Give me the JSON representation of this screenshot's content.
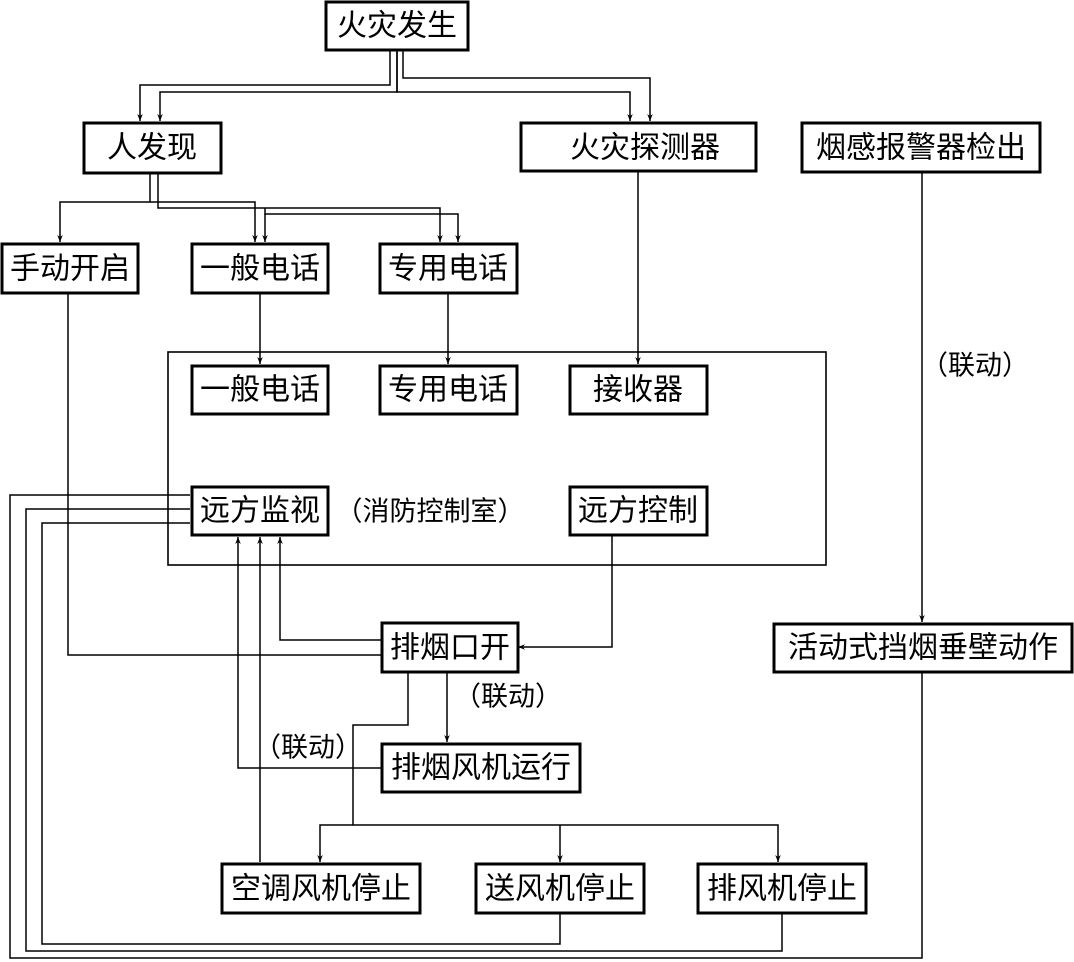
{
  "nodes": {
    "fire_occurs": "火灾发生",
    "human_discovery": "人发现",
    "fire_detector": "火灾探测器",
    "smoke_alarm_detect": "烟感报警器检出",
    "manual_open": "手动开启",
    "general_phone": "一般电话",
    "dedicated_phone": "专用电话",
    "general_phone_room": "一般电话",
    "dedicated_phone_room": "专用电话",
    "receiver": "接收器",
    "remote_monitor": "远方监视",
    "remote_control": "远方控制",
    "smoke_vent_open": "排烟口开",
    "smoke_fan_run": "排烟风机运行",
    "ac_fan_stop": "空调风机停止",
    "supply_fan_stop": "送风机停止",
    "exhaust_fan_stop": "排风机停止",
    "smoke_barrier_action": "活动式挡烟垂壁动作"
  },
  "notes": {
    "control_room": "（消防控制室）",
    "linkage_1": "（联动）",
    "linkage_2": "（联动）",
    "linkage_3": "（联动）"
  }
}
